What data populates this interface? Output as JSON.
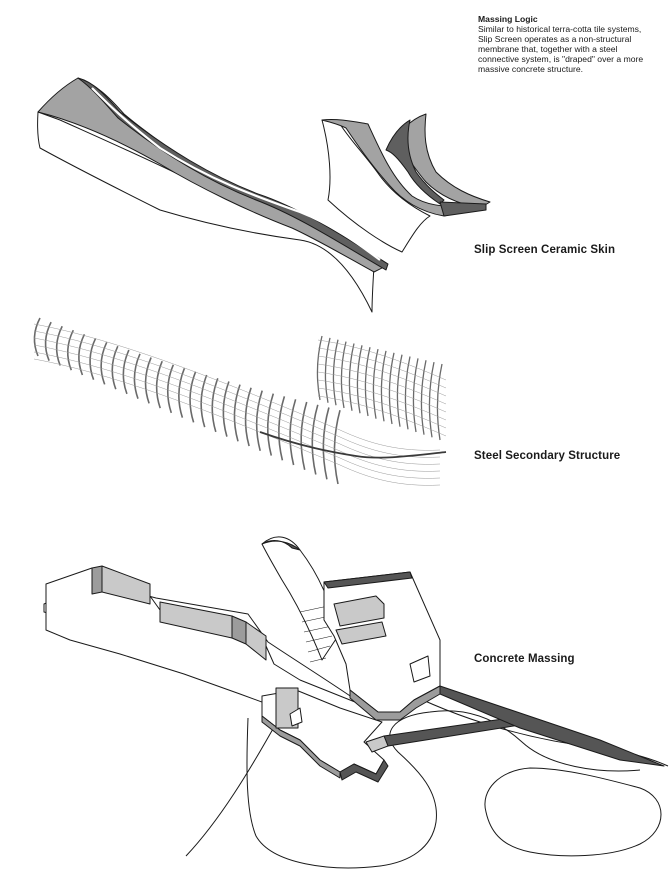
{
  "note": {
    "title": "Massing Logic",
    "body": "Similar to historical terra-cotta tile systems, Slip Screen operates as a non-structural membrane that, together with a steel connective system, is \"draped\" over a more massive concrete structure."
  },
  "layers": [
    {
      "label": "Slip Screen Ceramic Skin"
    },
    {
      "label": "Steel Secondary Structure"
    },
    {
      "label": "Concrete Massing"
    }
  ],
  "colors": {
    "line": "#1a1a1a",
    "skin_fill": "#a3a3a3",
    "skin_dark": "#5f5f5f",
    "steel": "#6a6a6a",
    "concrete_light": "#c9c9c9",
    "concrete_mid": "#9c9c9c",
    "concrete_dark": "#555555",
    "paper": "#ffffff"
  }
}
